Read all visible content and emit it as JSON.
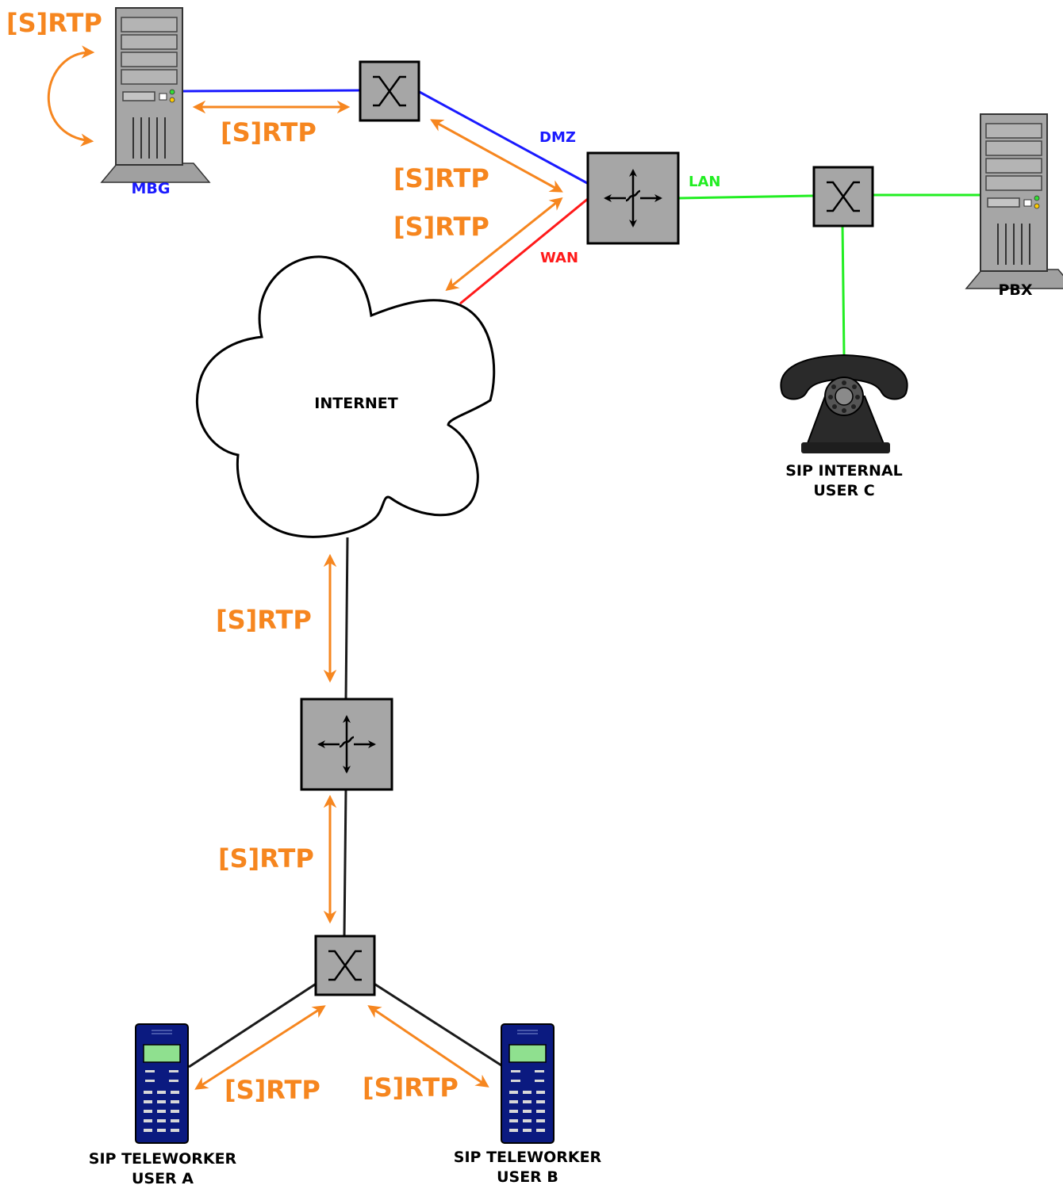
{
  "colors": {
    "protocol": "#f6861f",
    "dmz": "#1a1aff",
    "wan": "#ff1a1a",
    "lan": "#22ee22",
    "link": "#1a1a1a",
    "device_gray": "#a6a6a6",
    "handset_blue": "#0b1a80",
    "handset_screen": "#8fe08f"
  },
  "nodes": {
    "mbg": "MBG",
    "pbx": "PBX",
    "internet": "INTERNET",
    "user_c_line1": "SIP INTERNAL",
    "user_c_line2": "USER C",
    "user_a_line1": "SIP TELEWORKER",
    "user_a_line2": "USER A",
    "user_b_line1": "SIP TELEWORKER",
    "user_b_line2": "USER B"
  },
  "networks": {
    "dmz": "DMZ",
    "lan": "LAN",
    "wan": "WAN"
  },
  "protocol_labels": [
    "[S]RTP",
    "[S]RTP",
    "[S]RTP",
    "[S]RTP",
    "[S]RTP",
    "[S]RTP",
    "[S]RTP",
    "[S]RTP"
  ],
  "icons": {
    "server": "server-icon",
    "switch": "network-switch-icon",
    "router": "router-icon",
    "cloud": "cloud-icon",
    "rotary_phone": "rotary-phone-icon",
    "handset": "ip-handset-icon"
  }
}
